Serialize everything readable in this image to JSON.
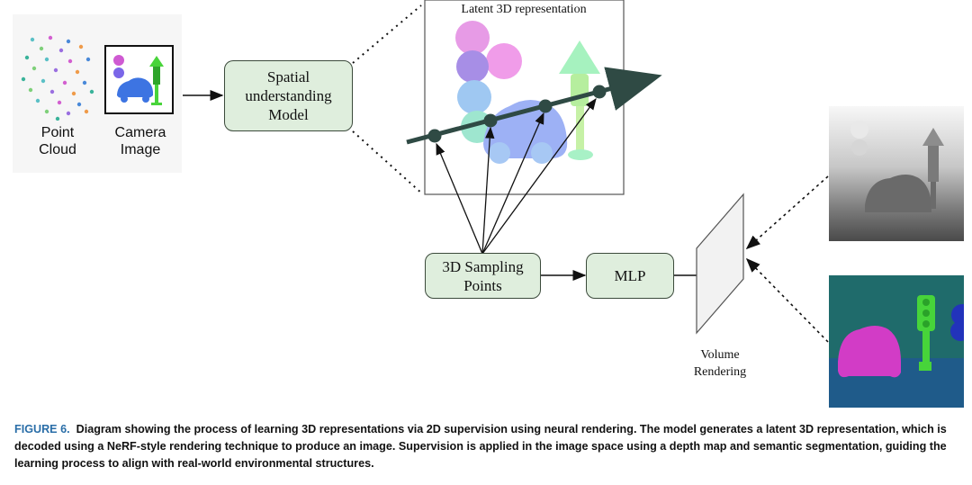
{
  "inputs": {
    "point_cloud_label": "Point\nCloud",
    "camera_image_label": "Camera\nImage"
  },
  "model_box": {
    "label": "Spatial\nunderstanding\nModel"
  },
  "latent": {
    "title": "Latent 3D representation"
  },
  "sampling_box": {
    "label": "3D Sampling\nPoints"
  },
  "mlp_box": {
    "label": "MLP"
  },
  "volume_rendering": {
    "label": "Volume\nRendering"
  },
  "caption": {
    "figure_label": "FIGURE 6.",
    "text": "Diagram showing the process of learning 3D representations via 2D supervision using neural rendering. The model generates a latent 3D representation, which is decoded using a NeRF-style rendering technique to produce an image. Supervision is applied in the image space using a depth map and semantic segmentation, guiding the learning process to align with real-world environmental structures."
  },
  "colors": {
    "box_fill": "#dfeedd",
    "ray": "#2f4a44",
    "segmentation_bg": "#1f5b8a",
    "segmentation_top": "#1f6b6b",
    "car_magenta": "#d23cc6",
    "traffic_light_green": "#47d43a",
    "figure_label": "#2a6ea8"
  },
  "icons": [
    "point-cloud-icon",
    "camera-image-icon",
    "depth-map-image",
    "segmentation-map-image"
  ]
}
